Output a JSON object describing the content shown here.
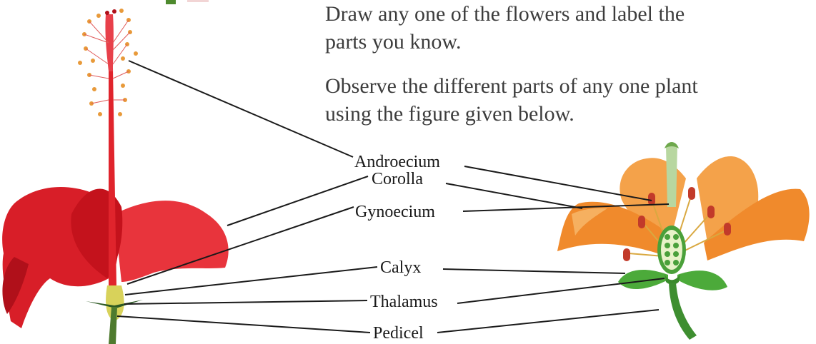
{
  "instructions": [
    {
      "lines": [
        "Draw any one of the flowers and label the",
        "parts you know."
      ]
    },
    {
      "lines": [
        "Observe the different parts of any one plant",
        "using the figure given below."
      ]
    }
  ],
  "labels": {
    "androecium": "Androecium",
    "corolla": "Corolla",
    "gynoecium": "Gynoecium",
    "calyx": "Calyx",
    "thalamus": "Thalamus",
    "pedicel": "Pedicel"
  },
  "colors": {
    "hibiscus_petal": "#e2222c",
    "lily_petal": "#f08a2c",
    "sepal_green": "#4caa3a",
    "leader_line": "#1a1a1a",
    "text": "#3c3c3c"
  }
}
